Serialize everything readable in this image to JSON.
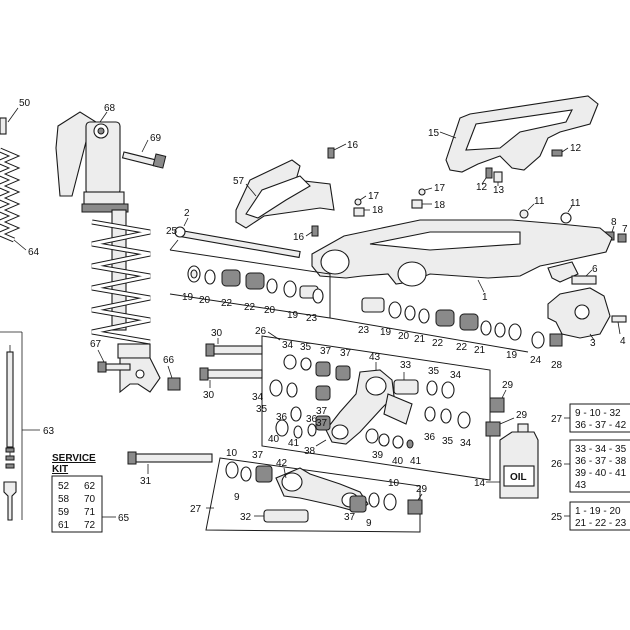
{
  "labels": {
    "l50": "50",
    "l68": "68",
    "l69": "69",
    "l64": "64",
    "l63": "63",
    "l67": "67",
    "l66": "66",
    "l57": "57",
    "l16a": "16",
    "l16b": "16",
    "l17a": "17",
    "l17b": "17",
    "l18a": "18",
    "l18b": "18",
    "l15": "15",
    "l12a": "12",
    "l12b": "12",
    "l13": "13",
    "l11a": "11",
    "l11b": "11",
    "l8": "8",
    "l7": "7",
    "l6": "6",
    "l3": "3",
    "l4": "4",
    "l1": "1",
    "l2": "2",
    "l25a": "25",
    "r19a": "19",
    "r20a": "20",
    "r22a": "22",
    "r22b": "22",
    "r20b": "20",
    "r19b": "19",
    "r23a": "23",
    "r23b": "23",
    "r19c": "19",
    "r20c": "20",
    "r21a": "21",
    "r22c": "22",
    "r22d": "22",
    "r21b": "21",
    "r19d": "19",
    "r24": "24",
    "r28": "28",
    "l30a": "30",
    "l30b": "30",
    "l26a": "26",
    "l34a": "34",
    "l35a": "35",
    "l37a": "37",
    "l37b": "37",
    "l43": "43",
    "l33": "33",
    "l35b": "35",
    "l34b": "34",
    "l34c": "34",
    "l35c": "35",
    "l36a": "36",
    "l37c": "37",
    "l37d": "37",
    "l40a": "40",
    "l41a": "41",
    "l36b": "36",
    "l38": "38",
    "l39": "39",
    "l40b": "40",
    "l41b": "41",
    "l36c": "36",
    "l35d": "35",
    "l34d": "34",
    "l29a": "29",
    "l29b": "29",
    "l29c": "29",
    "l31": "31",
    "l10a": "10",
    "l9a": "9",
    "l37e": "37",
    "l42": "42",
    "l27a": "27",
    "l32": "32",
    "l37f": "37",
    "l9b": "9",
    "l10b": "10",
    "l14": "14",
    "l65": "65",
    "l27b": "27",
    "l26b": "26",
    "l25b": "25"
  },
  "oil_label": "OIL",
  "service_kit": {
    "title_line1": "SERVICE",
    "title_line2": "KIT",
    "rows": [
      [
        "52",
        "62"
      ],
      [
        "58",
        "70"
      ],
      [
        "59",
        "71"
      ],
      [
        "61",
        "72"
      ]
    ]
  },
  "kit_27": {
    "line1": "9 - 10 - 32",
    "line2": "36 - 37 - 42"
  },
  "kit_26": {
    "line1": "33 - 34 - 35",
    "line2": "36 - 37 - 38",
    "line3": "39 - 40 - 41",
    "line4": "43"
  },
  "kit_25": {
    "line1": "1 - 19 - 20",
    "line2": "21 - 22 - 23"
  }
}
